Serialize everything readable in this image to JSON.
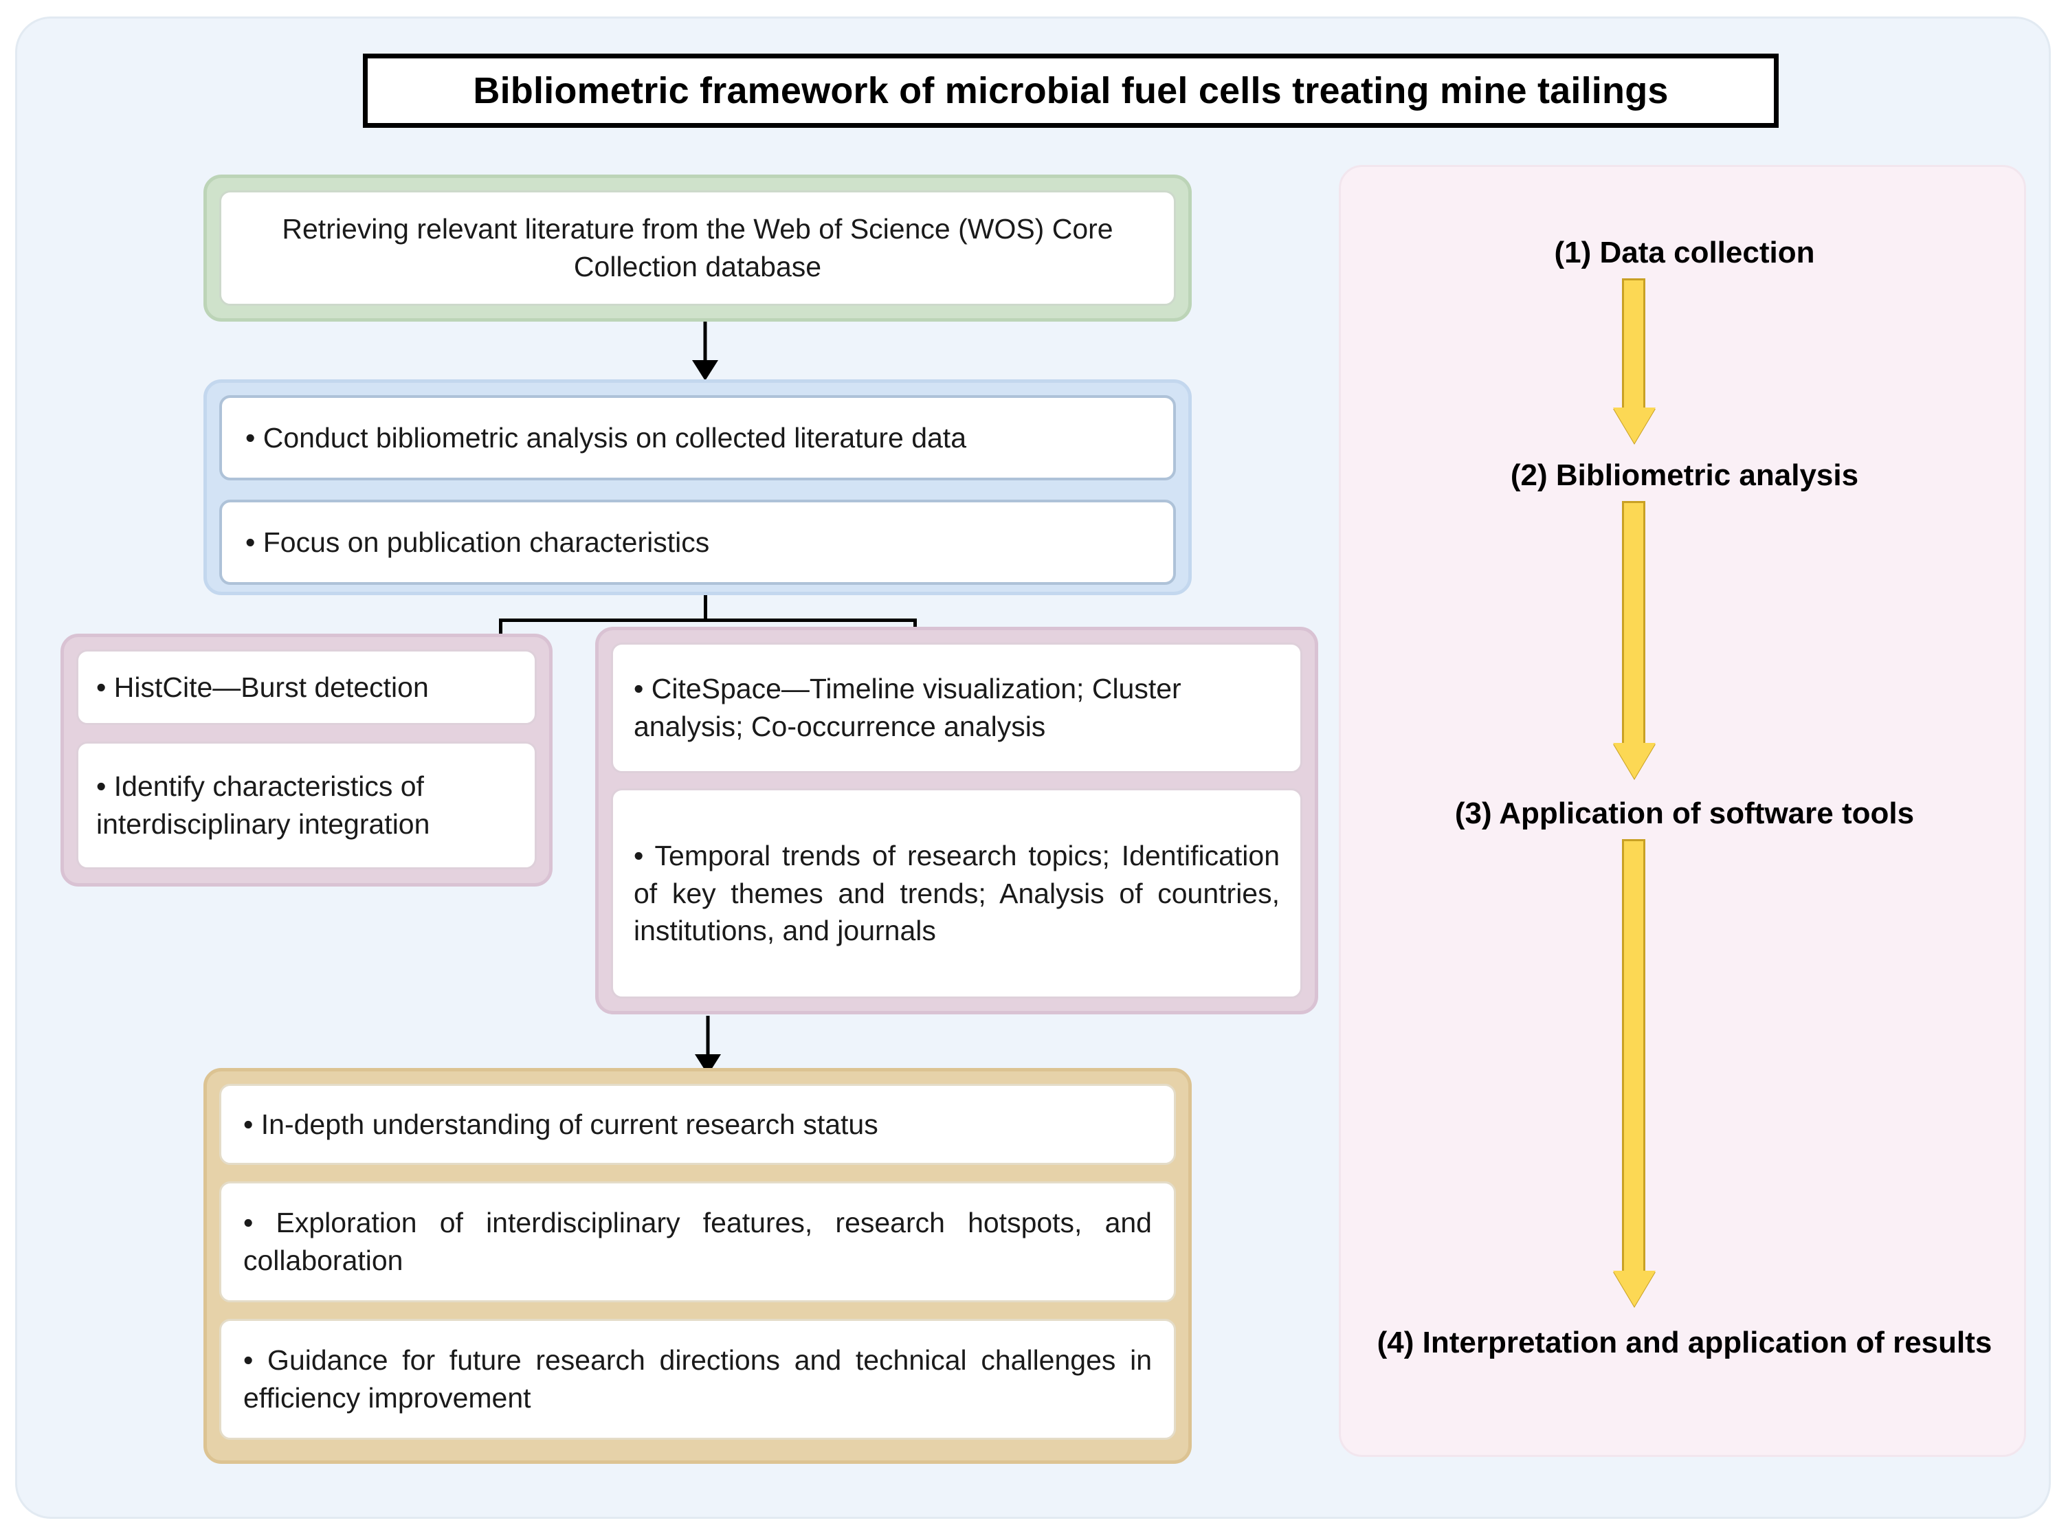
{
  "title": "Bibliometric framework of microbial fuel cells treating mine tailings",
  "colors": {
    "outer_frame_bg": "#eef4fb",
    "green_group": "#cfe2cb",
    "blue_group": "#d3e3f5",
    "purple_group": "#e4d2de",
    "tan_group": "#e6d2a9",
    "pink_panel": "#faf0f6",
    "yellow_arrow": "#fcd854",
    "yellow_arrow_outline": "#c9a124",
    "flow_arrow": "#000000",
    "title_border": "#000000"
  },
  "flow": {
    "data_source": {
      "group_name": "data-retrieval-group",
      "cards": [
        {
          "text": "Retrieving relevant literature from the Web of Science (WOS) Core Collection database"
        }
      ]
    },
    "analysis": {
      "group_name": "bibliometric-analysis-group",
      "cards": [
        {
          "text": "• Conduct bibliometric analysis on collected literature data"
        },
        {
          "text": "• Focus on publication characteristics"
        }
      ]
    },
    "histcite": {
      "group_name": "histcite-group",
      "cards": [
        {
          "text": "• HistCite—Burst detection"
        },
        {
          "text": "• Identify characteristics of interdisciplinary integration"
        }
      ]
    },
    "citespace": {
      "group_name": "citespace-group",
      "cards": [
        {
          "text": "• CiteSpace—Timeline visualization; Cluster analysis; Co-occurrence analysis"
        },
        {
          "text": "• Temporal trends of research topics; Identification of key themes and trends; Analysis of countries, institutions, and journals"
        }
      ]
    },
    "outcomes": {
      "group_name": "outcomes-group",
      "cards": [
        {
          "text": "• In-depth understanding of current research status"
        },
        {
          "text": "• Exploration of interdisciplinary features, research hotspots, and collaboration"
        },
        {
          "text": "• Guidance for future research directions and technical challenges in efficiency improvement"
        }
      ]
    }
  },
  "stages": {
    "panel_name": "workflow-stages-panel",
    "items": [
      {
        "label": "(1) Data collection"
      },
      {
        "label": "(2) Bibliometric analysis"
      },
      {
        "label": "(3) Application of software tools"
      },
      {
        "label": "(4) Interpretation and application of results"
      }
    ]
  }
}
